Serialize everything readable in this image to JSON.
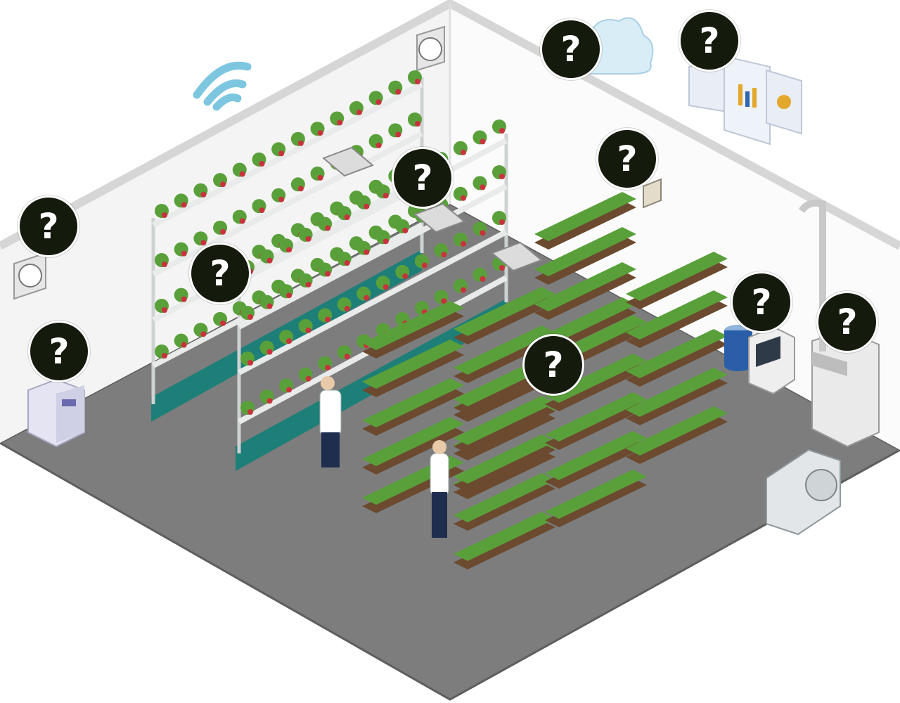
{
  "colors": {
    "floor": "#7d7d7d",
    "floor_edge": "#5e5e5e",
    "wall": "#f4f4f4",
    "wall_edge": "#d6d6d6",
    "teal_base": "#1e7f78",
    "rack": "#e9eaea",
    "soil": "#6b4a2f",
    "leaf": "#5aa03a",
    "strawberry": "#c8323c",
    "hotspot": "#141a0c",
    "wifi": "#7cc6e0",
    "cloud": "#d9edf7"
  },
  "icons": [
    "wifi-icon",
    "cloud-icon",
    "exhaust-fan-icon",
    "led-grow-light-icon"
  ],
  "hotspots": [
    {
      "id": "wall-fan-left",
      "label": "?"
    },
    {
      "id": "humidifier",
      "label": "?"
    },
    {
      "id": "strawberry-rack",
      "label": "?"
    },
    {
      "id": "grow-light",
      "label": "?"
    },
    {
      "id": "cloud",
      "label": "?"
    },
    {
      "id": "dashboard",
      "label": "?"
    },
    {
      "id": "sensor",
      "label": "?"
    },
    {
      "id": "seedling-rack",
      "label": "?"
    },
    {
      "id": "water-tank",
      "label": "?"
    },
    {
      "id": "air-conditioner",
      "label": "?"
    }
  ]
}
